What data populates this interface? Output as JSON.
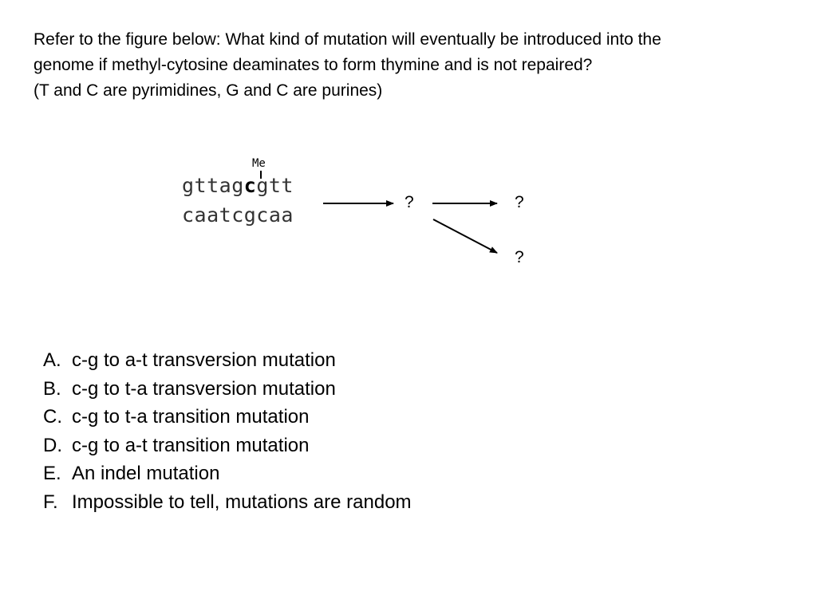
{
  "question": {
    "line1": "Refer to the figure below: What kind of mutation will eventually be introduced into the",
    "line2": "genome if methyl-cytosine deaminates to form thymine and is not repaired?",
    "line3": "(T and C are pyrimidines, G and C are purines)"
  },
  "figure": {
    "methyl_label": "Me",
    "top_strand_before": "gttag",
    "top_strand_methyl_base": "c",
    "top_strand_after": "gtt",
    "bottom_strand": "caatcgcaa",
    "intermediate": "?",
    "product_1": "?",
    "product_2": "?"
  },
  "answers": [
    {
      "letter": "A.",
      "text": "c-g to a-t transversion mutation"
    },
    {
      "letter": "B.",
      "text": "c-g to t-a transversion mutation"
    },
    {
      "letter": "C.",
      "text": "c-g to t-a transition mutation"
    },
    {
      "letter": "D.",
      "text": "c-g to a-t transition mutation"
    },
    {
      "letter": "E.",
      "text": "An indel mutation"
    },
    {
      "letter": "F.",
      "text": "Impossible to tell, mutations are random"
    }
  ]
}
